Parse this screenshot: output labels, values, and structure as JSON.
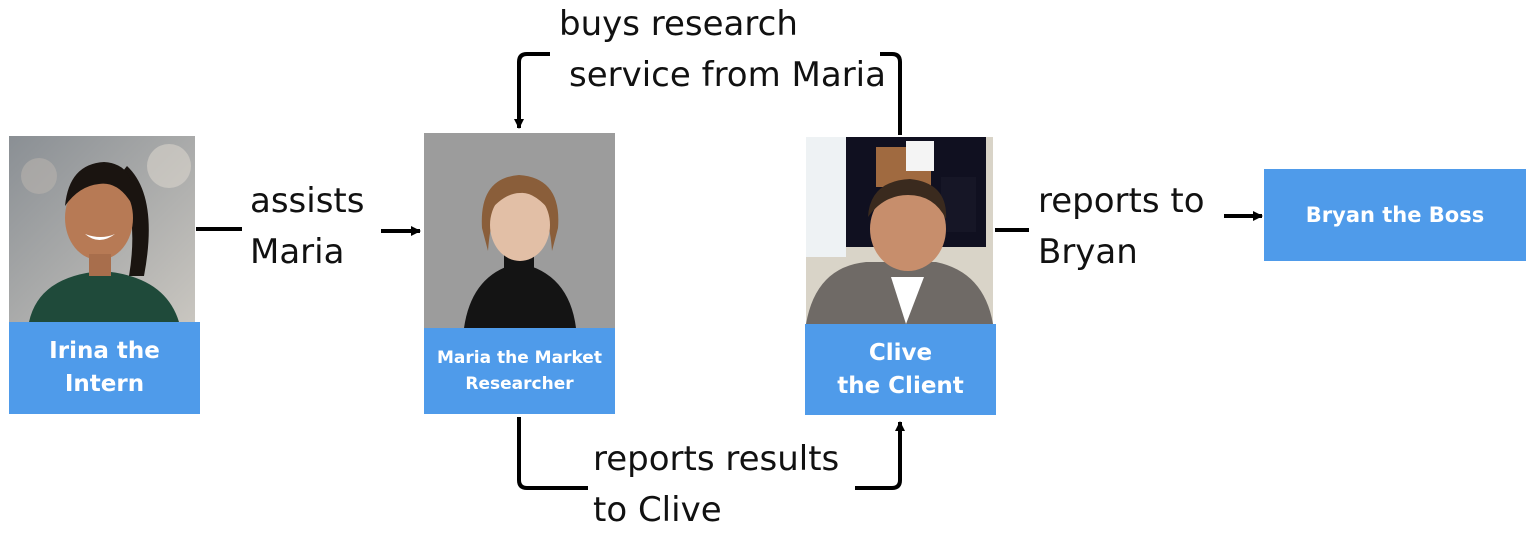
{
  "colors": {
    "node_fill": "#4f9bea",
    "node_text": "#ffffff",
    "arrow": "#000000",
    "text": "#111111"
  },
  "nodes": {
    "irina": {
      "label_line1": "Irina the",
      "label_line2": "Intern",
      "photo": "portrait-woman-dark-ponytail"
    },
    "maria": {
      "label_line1": "Maria the Market",
      "label_line2": "Researcher",
      "photo": "portrait-woman-bob-hair"
    },
    "clive": {
      "label_line1": "Clive",
      "label_line2": "the Client",
      "photo": "portrait-man-suit-with-piano"
    },
    "bryan": {
      "label": "Bryan the Boss"
    }
  },
  "edges": {
    "irina_maria": {
      "line1": "assists",
      "line2": "Maria"
    },
    "clive_maria": {
      "line1": "buys research",
      "line2": "service from Maria"
    },
    "maria_clive": {
      "line1": "reports results",
      "line2": "to Clive"
    },
    "clive_bryan": {
      "line1": "reports to",
      "line2": "Bryan"
    }
  }
}
